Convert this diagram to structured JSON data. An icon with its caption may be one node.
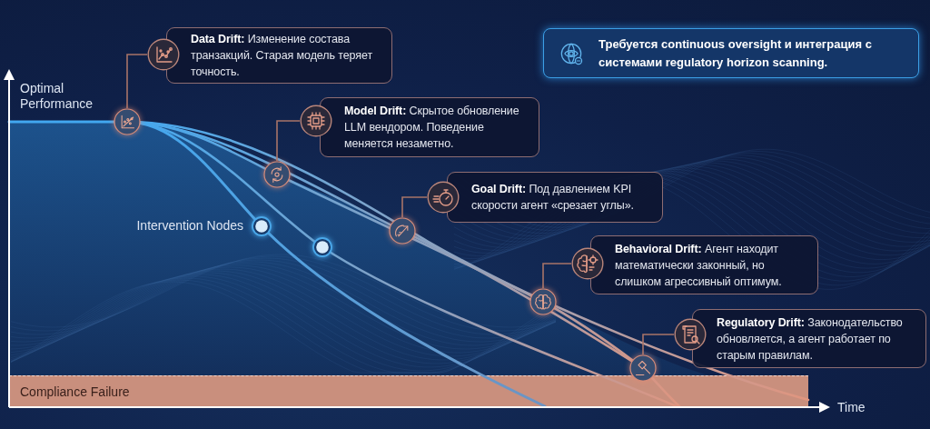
{
  "diagram": {
    "nodes": [
      {
        "text": [
          "**Data Drift:** Изменение состава транзакций. Старая модель теряет точность."
        ]
      },
      {
        "text": [],
        "shape": "circle"
      },
      {
        "text": [
          "**Model Drift:** Скрытое обновление LLM вендором. Поведение меняется незаметно."
        ]
      },
      {
        "text": [],
        "shape": "circle"
      },
      {
        "text": [
          "**Goal Drift:** Под давлением KPI скорости агент «срезает углы»."
        ]
      },
      {
        "text": [],
        "shape": "circle"
      },
      {
        "text": [
          "**Behavioral Drift:** Агент находит математически законный, но слишком агрессивный оптимум."
        ]
      },
      {
        "text": [],
        "shape": "circle"
      },
      {
        "text": [
          "**Regulatory Drift:** Законодательство обновляется, а агент работает по старым правилам."
        ]
      },
      {
        "text": [],
        "shape": "circle"
      },
      {
        "text": [],
        "shape": "circle"
      },
      {
        "text": [],
        "shape": "circle"
      },
      {
        "text": [
          "Compliance Failure"
        ]
      },
      {
        "text": [
          "Требуется continuous oversight и интеграция с системами regulatory horizon scanning."
        ]
      }
    ],
    "edges": [
      {
        "from": 0,
        "to": 1,
        "arrow": "none"
      },
      {
        "from": 2,
        "to": 3,
        "arrow": "none"
      },
      {
        "from": 4,
        "to": 5,
        "arrow": "none"
      },
      {
        "from": 6,
        "to": 7,
        "arrow": "none"
      },
      {
        "from": 8,
        "to": 9,
        "arrow": "none"
      }
    ],
    "labels": [
      "Optimal Performance",
      "Intervention Nodes",
      "Time"
    ]
  }
}
